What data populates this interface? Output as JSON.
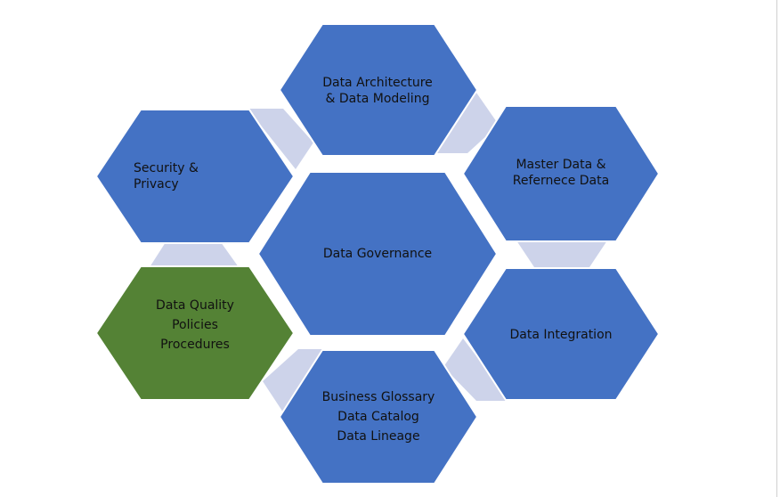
{
  "colors": {
    "hex_blue": "#4472c4",
    "hex_green": "#548235",
    "connector": "#cdd3ea",
    "outline": "#ffffff",
    "text": "#111111"
  },
  "hexagons": {
    "center": {
      "lines": [
        "Data Governance"
      ]
    },
    "architecture": {
      "lines": [
        "Data Architecture",
        "& Data Modeling"
      ]
    },
    "master": {
      "lines": [
        "Master Data &",
        "Refernece Data"
      ]
    },
    "integration": {
      "lines": [
        "Data Integration"
      ]
    },
    "glossary": {
      "lines": [
        "Business Glossary",
        "Data Catalog",
        "Data Lineage"
      ]
    },
    "quality": {
      "lines": [
        "Data Quality",
        "Policies",
        "Procedures"
      ]
    },
    "security": {
      "lines": [
        "Security &",
        "Privacy"
      ]
    }
  }
}
